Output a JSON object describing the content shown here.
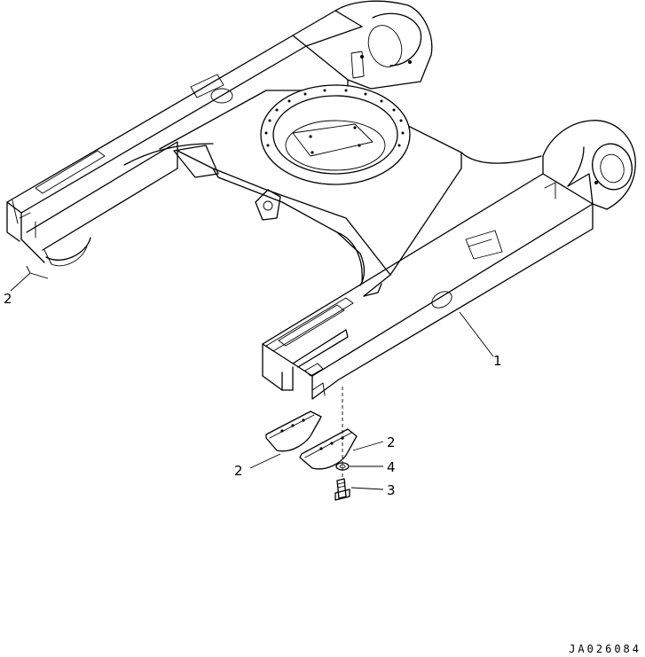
{
  "drawing_code": "JA026084",
  "callouts": [
    {
      "id": "callout-1",
      "label": "1"
    },
    {
      "id": "callout-2-left",
      "label": "2"
    },
    {
      "id": "callout-2-lower",
      "label": "2"
    },
    {
      "id": "callout-2-right",
      "label": "2"
    },
    {
      "id": "callout-4",
      "label": "4"
    },
    {
      "id": "callout-3",
      "label": "3"
    }
  ],
  "colors": {
    "line": "#000000",
    "background": "#ffffff"
  }
}
